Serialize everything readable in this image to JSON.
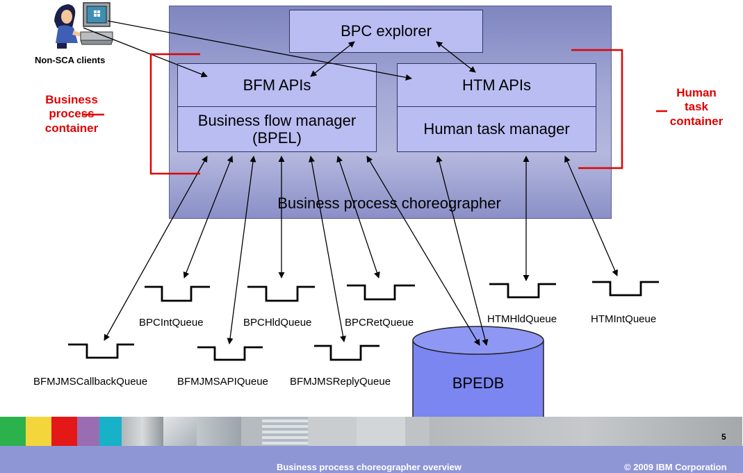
{
  "diagram": {
    "clients_label": "Non-SCA clients",
    "bpc_explorer": "BPC explorer",
    "bfm_apis": "BFM APIs",
    "htm_apis": "HTM APIs",
    "business_flow_manager": "Business flow manager (BPEL)",
    "human_task_manager": "Human task manager",
    "choreographer": "Business process choreographer",
    "business_process_container": "Business process container",
    "human_task_container": "Human task container",
    "bpedb": "BPEDB",
    "queues": {
      "bpc_int": "BPCIntQueue",
      "bpc_hld": "BPCHldQueue",
      "bpc_ret": "BPCRetQueue",
      "htm_hld": "HTMHldQueue",
      "htm_int": "HTMIntQueue",
      "bfm_callback": "BFMJMSCallbackQueue",
      "bfm_api": "BFMJMSAPIQueue",
      "bfm_reply": "BFMJMSReplyQueue"
    }
  },
  "footer": {
    "page_number": "5",
    "title": "Business process choreographer overview",
    "copyright": "© 2009 IBM Corporation"
  },
  "colors": {
    "accent_red": "#e10000",
    "box_blue": "#b9bdf2",
    "db_blue": "#7b86f0",
    "footer": "#8e96d6"
  }
}
